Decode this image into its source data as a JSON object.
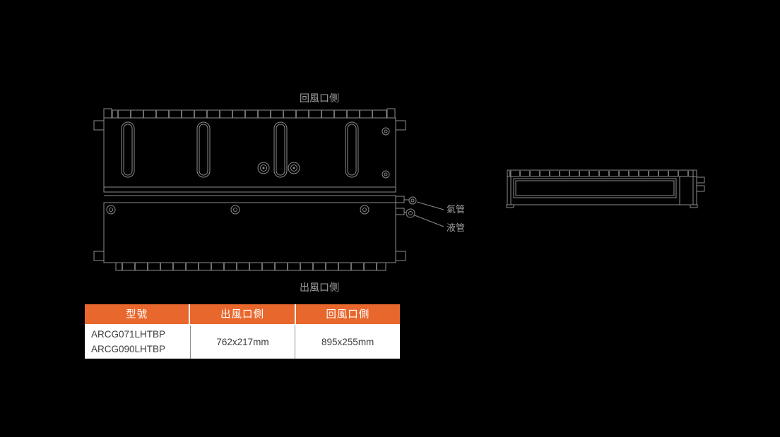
{
  "page": {
    "background_color": "#000000",
    "diagram_line_color": "#8b8b8b",
    "diagram_label_color": "#9e9e9e"
  },
  "diagram": {
    "return_air_label": "回風口側",
    "outlet_air_label": "出風口側",
    "gas_pipe_label": "氣管",
    "liquid_pipe_label": "液管"
  },
  "table": {
    "header_bg": "#E8672C",
    "header_text_color": "#ffffff",
    "headers": [
      "型號",
      "出風口側",
      "回風口側"
    ],
    "row": {
      "model_lines": [
        "ARCG071LHTBP",
        "ARCG090LHTBP"
      ],
      "outlet_size": "762x217mm",
      "return_size": "895x255mm"
    }
  }
}
